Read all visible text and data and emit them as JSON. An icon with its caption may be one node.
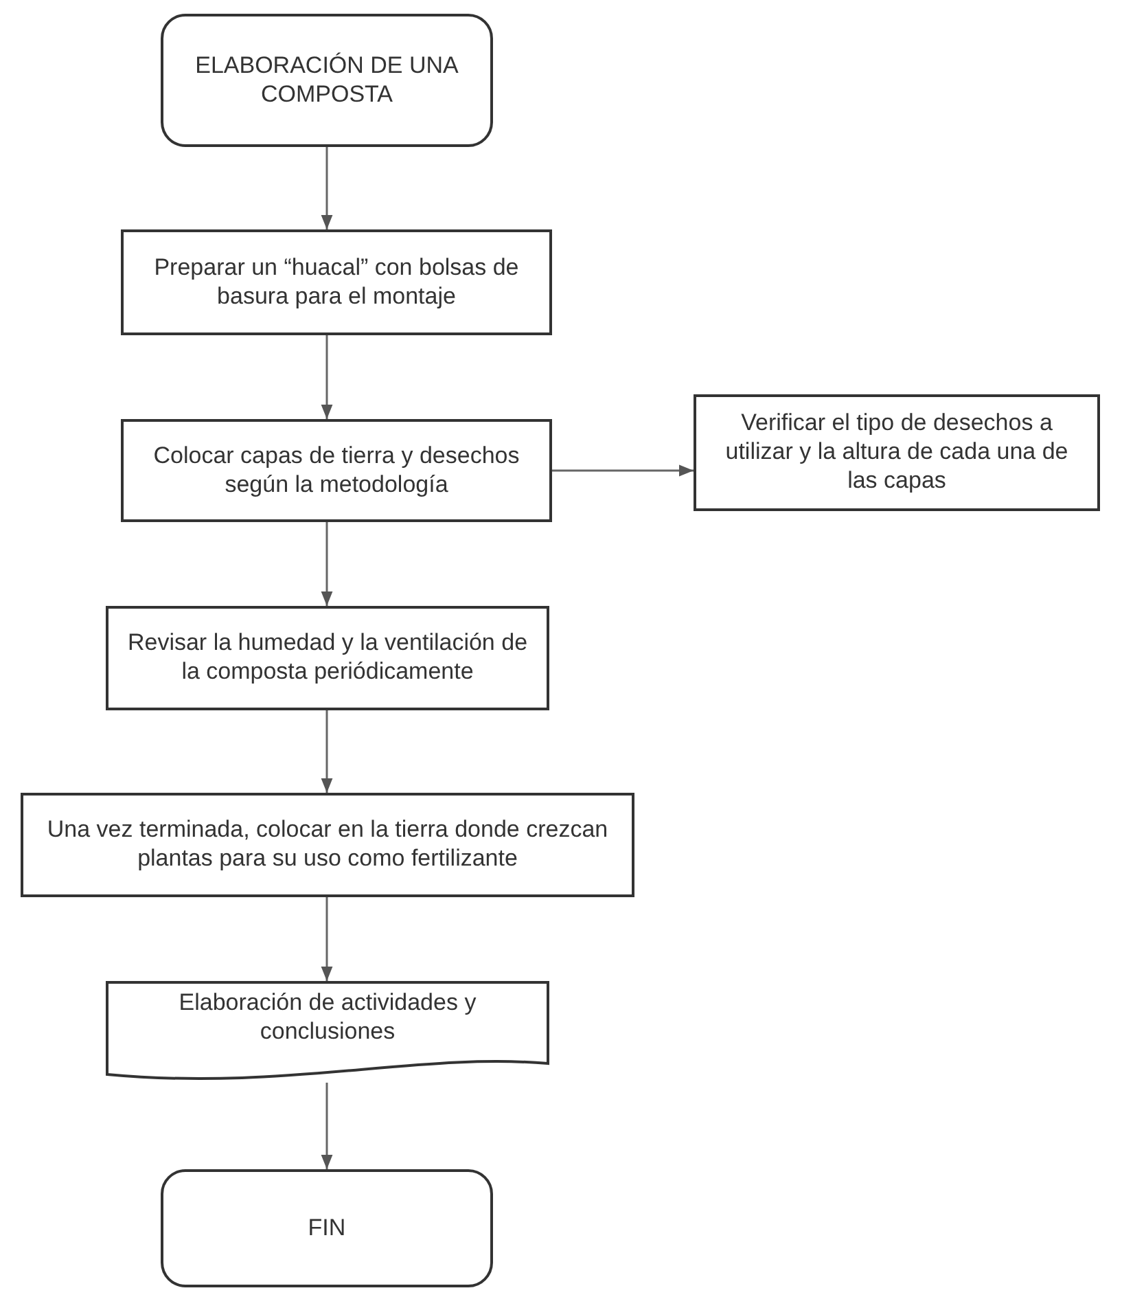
{
  "diagram": {
    "nodes": [
      {
        "text": [
          "ELABORACIÓN DE UNA COMPOSTA"
        ]
      },
      {
        "text": [
          "Preparar un “huacal” con bolsas de basura para el montaje"
        ]
      },
      {
        "text": [
          "Colocar capas de tierra y desechos según la metodología"
        ]
      },
      {
        "text": [
          "Verificar el tipo de desechos a utilizar y la altura de cada una de las capas"
        ]
      },
      {
        "text": [
          "Revisar la humedad y la ventilación de la composta periódicamente"
        ]
      },
      {
        "text": [
          "Una vez terminada, colocar en la tierra donde crezcan plantas para su uso como fertilizante"
        ]
      },
      {
        "text": [
          "Elaboración de actividades y conclusiones"
        ]
      },
      {
        "text": [
          "FIN"
        ]
      }
    ],
    "edges": [
      {
        "from": 0,
        "to": 1,
        "arrow": "to"
      },
      {
        "from": 1,
        "to": 2,
        "arrow": "to"
      },
      {
        "from": 2,
        "to": 3,
        "arrow": "to"
      },
      {
        "from": 2,
        "to": 4,
        "arrow": "to"
      },
      {
        "from": 4,
        "to": 5,
        "arrow": "to"
      },
      {
        "from": 5,
        "to": 6,
        "arrow": "to"
      },
      {
        "from": 6,
        "to": 7,
        "arrow": "to"
      }
    ]
  }
}
